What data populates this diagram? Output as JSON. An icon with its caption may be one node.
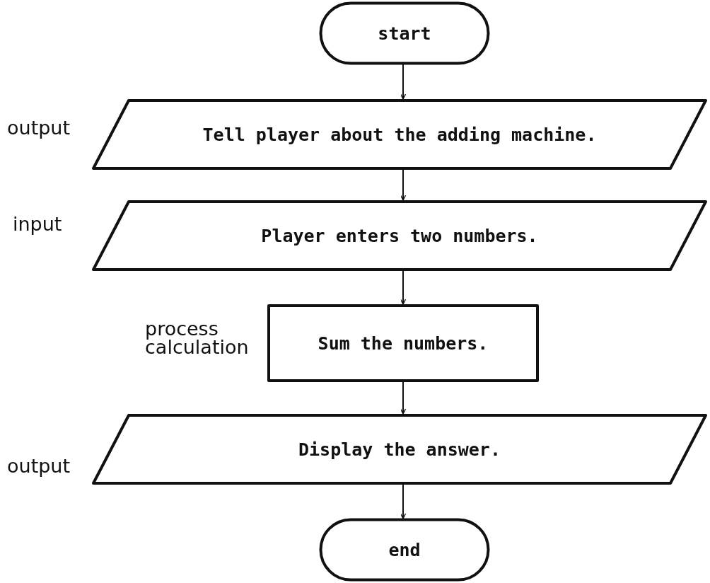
{
  "diagram": {
    "nodes": [
      {
        "text": [
          "start"
        ]
      },
      {
        "text": [
          "Tell player about the adding machine."
        ],
        "beside": [
          "output"
        ]
      },
      {
        "text": [
          "Player enters two numbers."
        ],
        "beside": [
          "input"
        ]
      },
      {
        "text": [
          "Sum the numbers."
        ],
        "beside": [
          "process calculation"
        ]
      },
      {
        "text": [
          "Display the answer."
        ],
        "beside": [
          "output"
        ]
      },
      {
        "text": [
          "end"
        ]
      }
    ],
    "edges": [
      {
        "from": 0,
        "to": 1,
        "arrow": "to"
      },
      {
        "from": 1,
        "to": 2,
        "arrow": "to"
      },
      {
        "from": 2,
        "to": 3,
        "arrow": "to"
      },
      {
        "from": 3,
        "to": 4,
        "arrow": "to"
      },
      {
        "from": 4,
        "to": 5,
        "arrow": "to"
      }
    ]
  }
}
